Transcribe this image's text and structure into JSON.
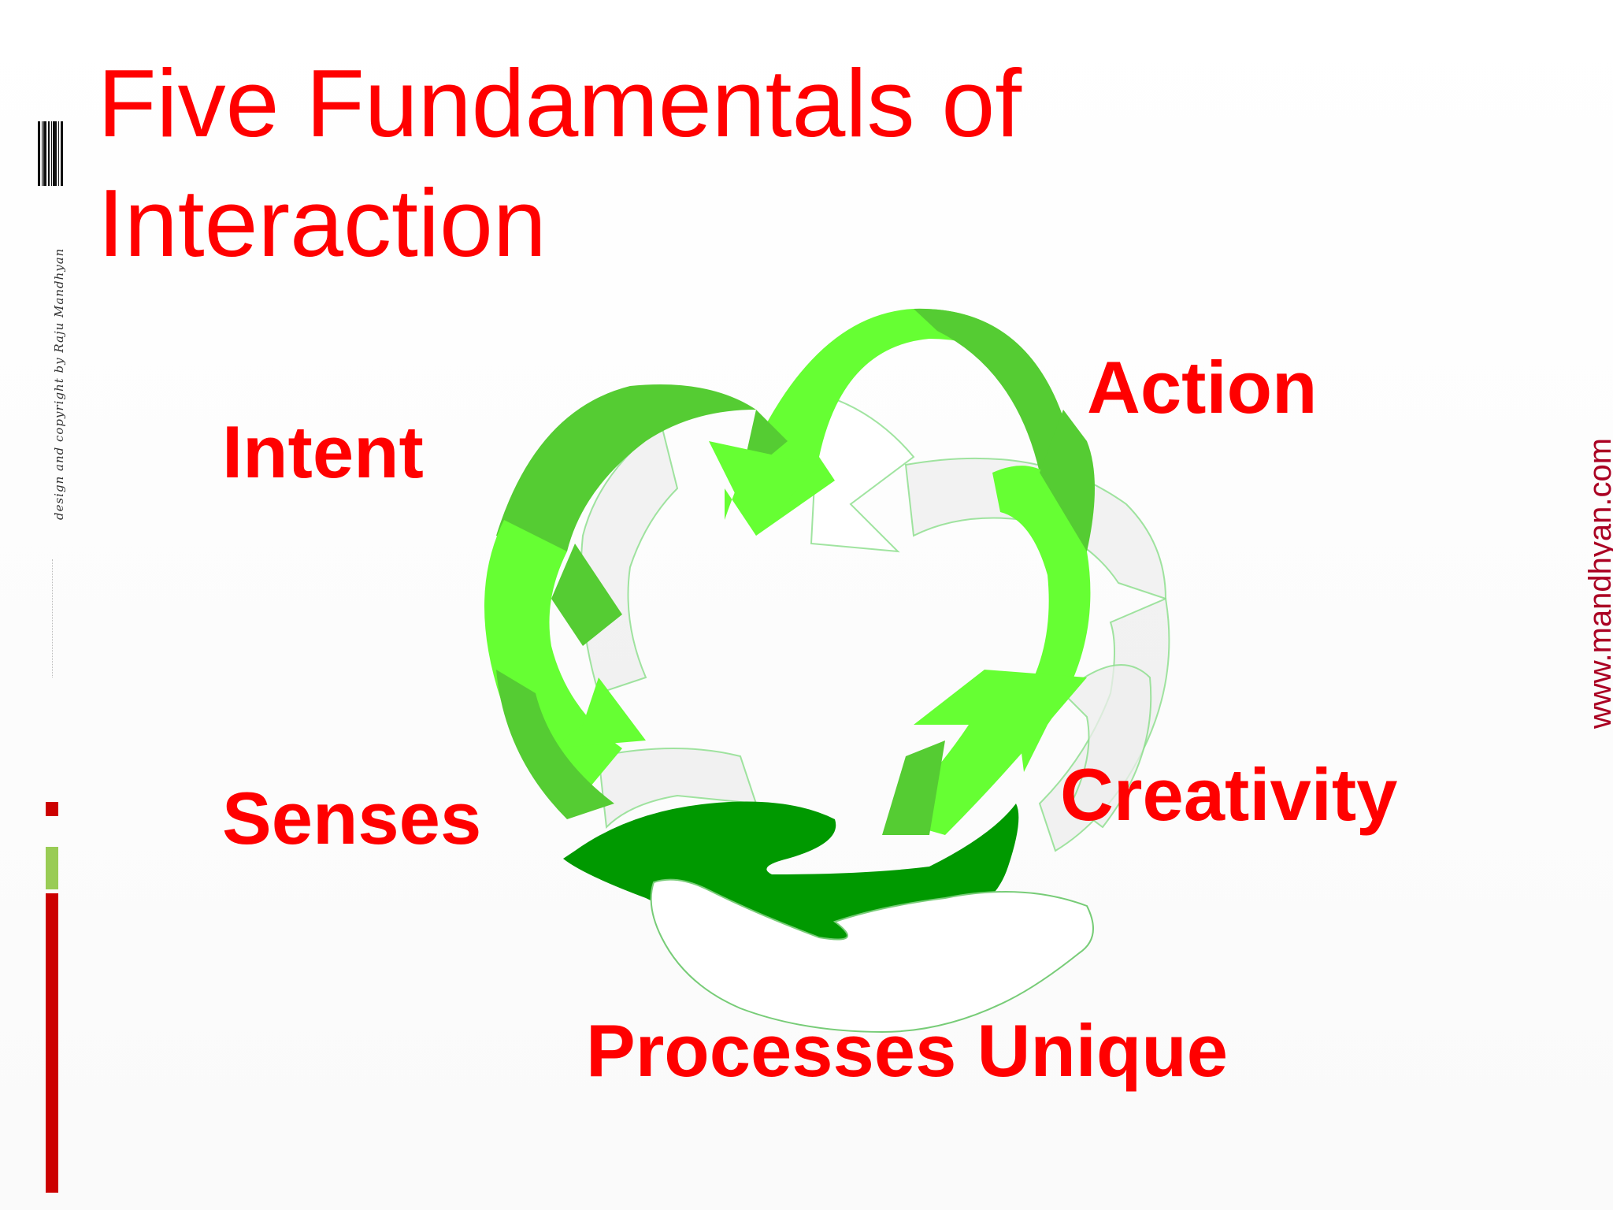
{
  "slide": {
    "title_line1": "Five Fundamentals of",
    "title_line2": "Interaction",
    "credit": "design and copyright by Raju Mandhyan",
    "website": "www.mandhyan.com"
  },
  "labels": {
    "intent": "Intent",
    "action": "Action",
    "senses": "Senses",
    "creativity": "Creativity",
    "processes": "Processes Unique"
  },
  "colors": {
    "title": "#ff0000",
    "label": "#ff0000",
    "arrow_light": "#66ff33",
    "arrow_mid": "#55cc33",
    "arrow_dark": "#009900",
    "bar_red": "#cc0000",
    "bar_green": "#99cc55",
    "website": "#aa0022"
  },
  "icons": {
    "diagram": "green-recycle-arrows-with-hands"
  }
}
